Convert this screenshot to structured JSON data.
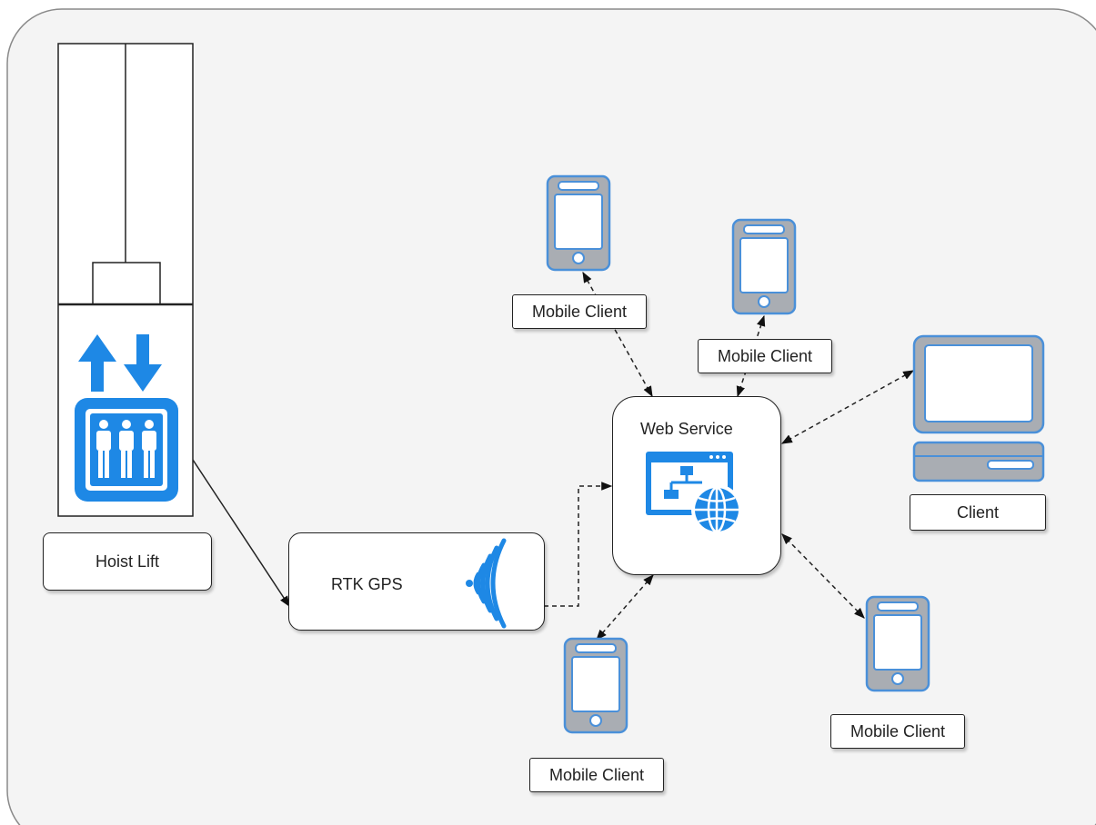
{
  "diagram": {
    "hoist_lift": {
      "label": "Hoist Lift"
    },
    "rtk_gps": {
      "label": "RTK GPS"
    },
    "web_service": {
      "label": "Web Service"
    },
    "client": {
      "label": "Client"
    },
    "mobile_clients": [
      {
        "label": "Mobile Client"
      },
      {
        "label": "Mobile Client"
      },
      {
        "label": "Mobile Client"
      },
      {
        "label": "Mobile Client"
      }
    ]
  },
  "colors": {
    "icon_blue": "#1e88e5",
    "device_blue": "#4a90d9",
    "device_gray": "#a9adb3",
    "canvas": "#f4f4f4",
    "line": "#222222"
  }
}
